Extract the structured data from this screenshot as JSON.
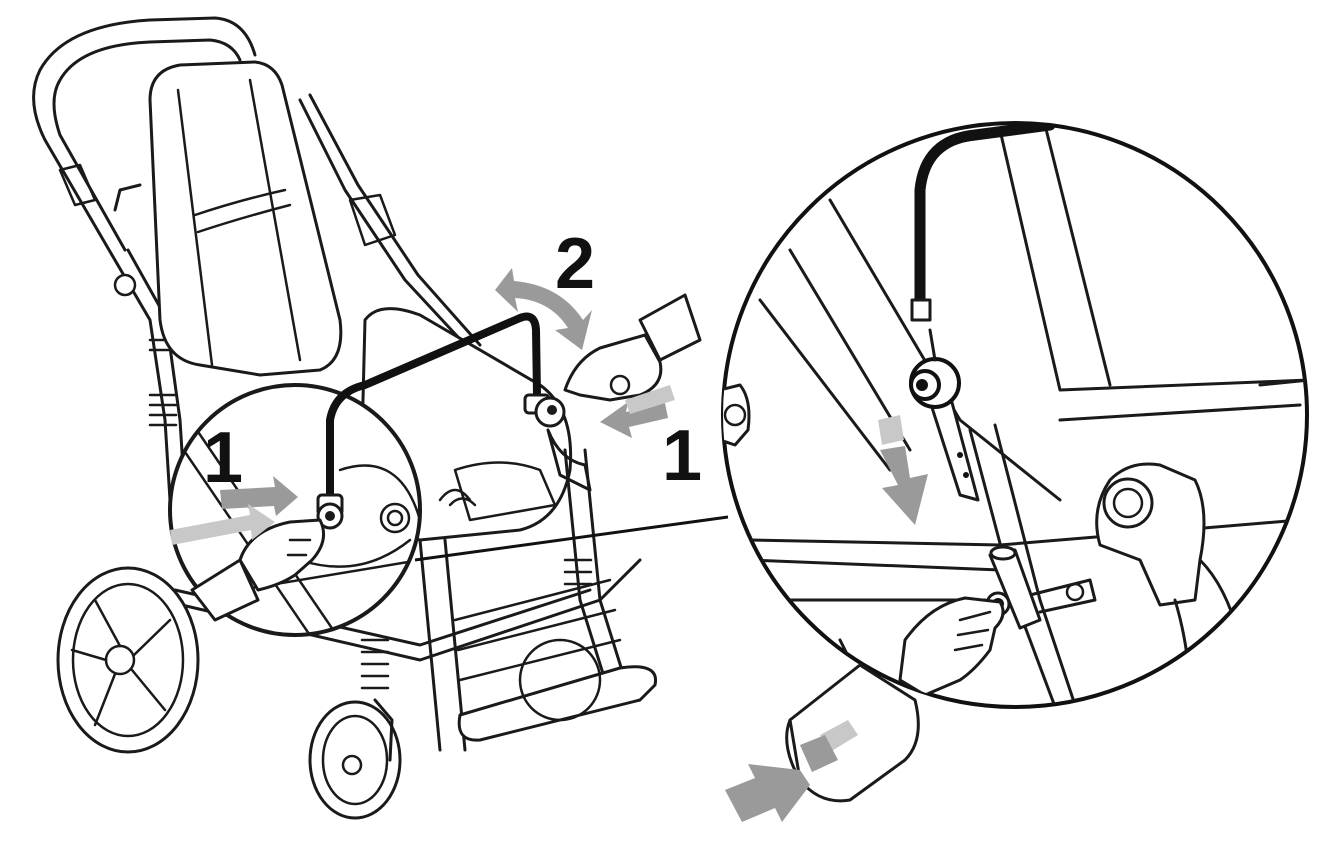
{
  "colors": {
    "line": "#1a1a1a",
    "arrow": "#9a9a9a",
    "arrow_light": "#c8c8c8",
    "background": "#ffffff"
  },
  "labels": {
    "step_1_left": "1",
    "step_1_right": "1",
    "step_2": "2"
  },
  "icons": [
    "stroller-drawing",
    "hand-icon",
    "detail-magnifier",
    "push-arrow",
    "rotate-arrow",
    "pull-arrow"
  ]
}
